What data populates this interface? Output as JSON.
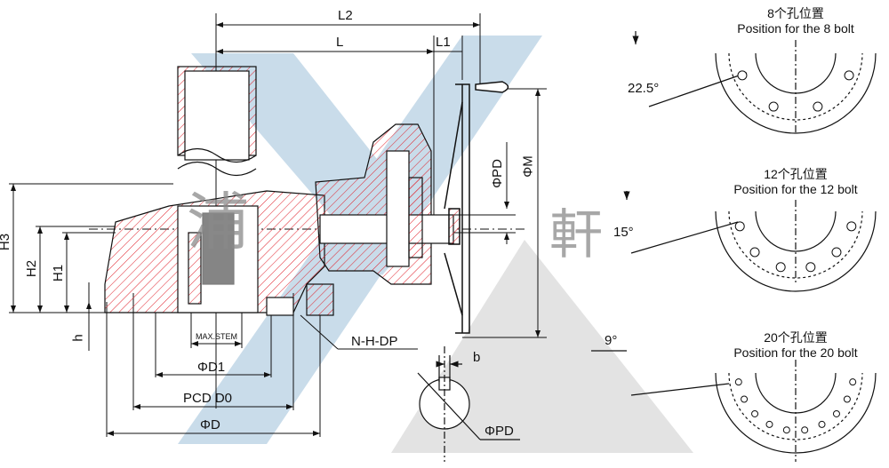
{
  "watermark": {
    "chars": [
      "浦",
      "軒"
    ]
  },
  "dimensions": {
    "L2": "L2",
    "L": "L",
    "L1": "L1",
    "phi_pd": "ΦPD",
    "phi_m": "ΦM",
    "H3": "H3",
    "H2": "H2",
    "H1": "H1",
    "h": "h",
    "max_stem": "MAX.STEM",
    "phi_d1": "ΦD1",
    "pcd": "PCD D0",
    "phi_d": "ΦD",
    "nhdp": "N-H-DP",
    "b": "b",
    "key_phi_pd": "ΦPD"
  },
  "bolt_patterns": [
    {
      "title_cn": "8个孔位置",
      "title_en": "Position for the 8 bolt",
      "angle": "22.5°",
      "holes": 8
    },
    {
      "title_cn": "12个孔位置",
      "title_en": "Position for the 12 bolt",
      "angle": "15°",
      "holes": 12
    },
    {
      "title_cn": "20个孔位置",
      "title_en": "Position for the 20 bolt",
      "angle": "9°",
      "holes": 20
    }
  ],
  "colors": {
    "watermark_blue": "#c9dcea",
    "watermark_gray": "#e3e3e3",
    "hatch": "#e0202a",
    "line": "#111111"
  }
}
